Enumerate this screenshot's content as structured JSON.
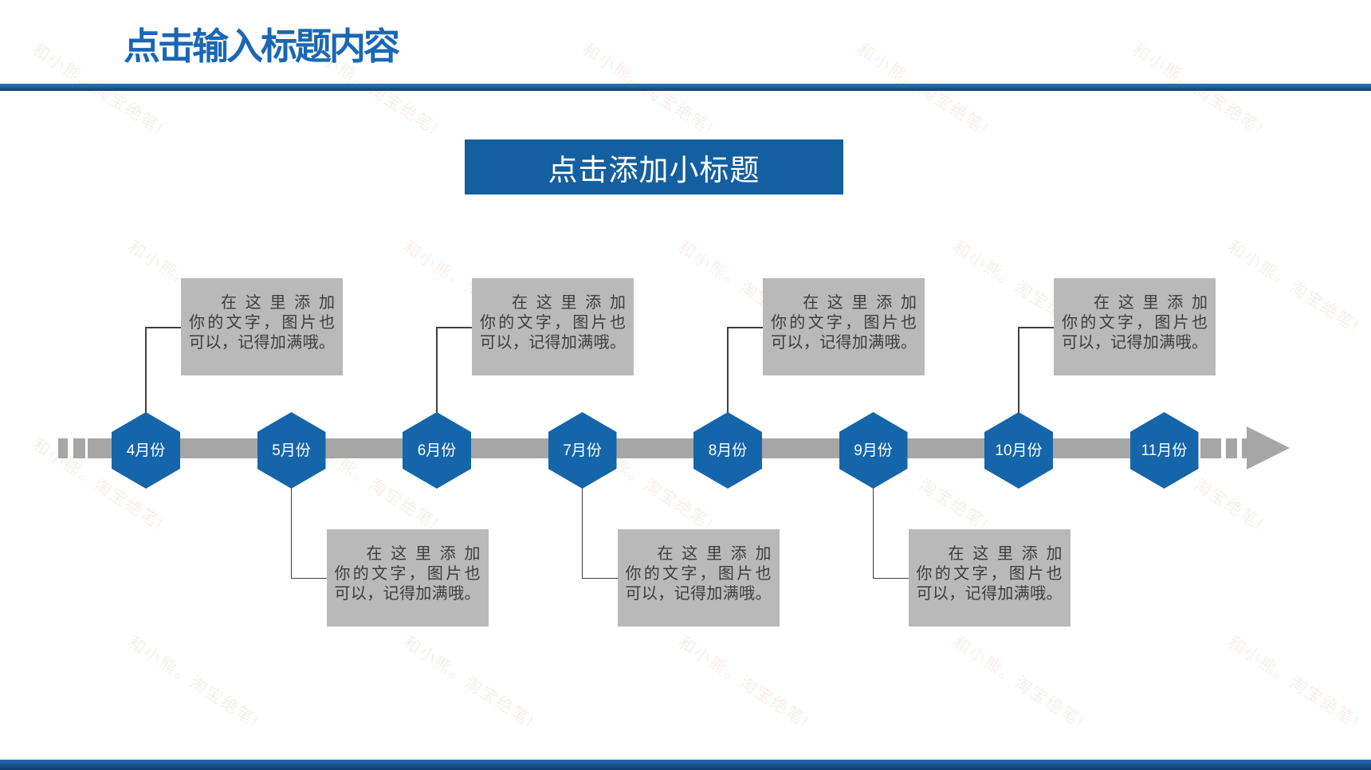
{
  "header": {
    "title": "点击输入标题内容"
  },
  "subtitle": {
    "label": "点击添加小标题"
  },
  "note_text": {
    "full": "在这里添加你的文字，图片也可以，记得加满哦。",
    "lines": [
      "在这里添加",
      "你的文字，图片也",
      "可以，记得加满哦。"
    ]
  },
  "timeline": {
    "items": [
      {
        "label": "4月份",
        "note": "above"
      },
      {
        "label": "5月份",
        "note": "below"
      },
      {
        "label": "6月份",
        "note": "above"
      },
      {
        "label": "7月份",
        "note": "below"
      },
      {
        "label": "8月份",
        "note": "above"
      },
      {
        "label": "9月份",
        "note": "below"
      },
      {
        "label": "10月份",
        "note": "above"
      },
      {
        "label": "11月份",
        "note": "none"
      }
    ],
    "direction": "left-to-right"
  },
  "watermark": {
    "text": "和小熊。淘宝绝笔!"
  },
  "colors": {
    "title_blue": "#1a67b4",
    "accent_blue": "#1565ab",
    "banner_blue": "#145f9f",
    "rule_navy": "#0f3a6b",
    "bar_gray": "#a6a6a6",
    "box_gray": "#b9b9b9",
    "note_text_gray": "#3d3d3d"
  }
}
